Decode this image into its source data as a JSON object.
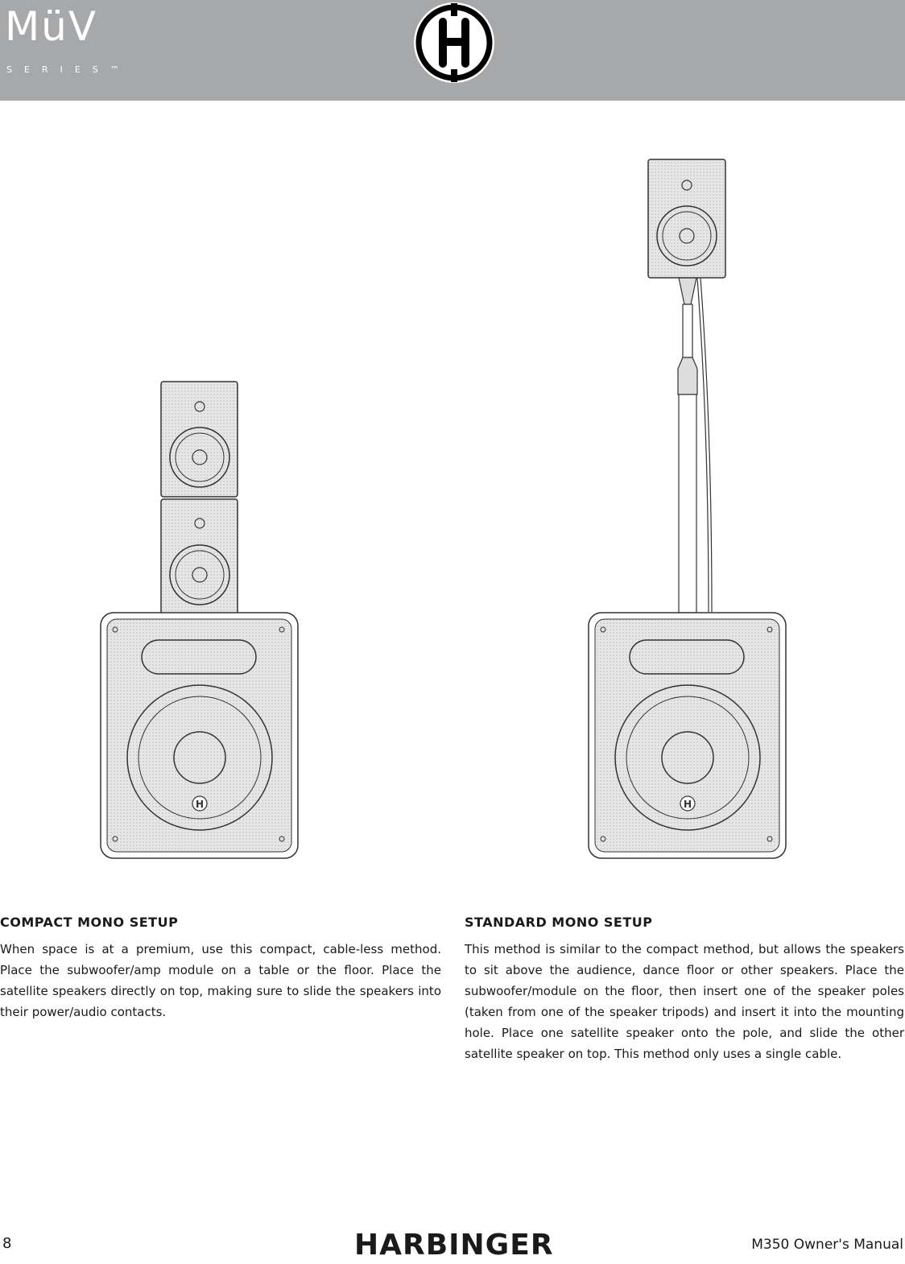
{
  "header": {
    "wordmark": "MüV",
    "series": "SERIES™",
    "logo_icon": "harbinger-h-logo-icon",
    "background": "#a7a8aa"
  },
  "illustrations": {
    "left": "compact-mono-setup-illustration",
    "right": "standard-mono-setup-illustration"
  },
  "sections": {
    "compact": {
      "title": "COMPACT MONO SETUP",
      "body": "When space is at a premium, use this compact, cable-less method. Place the subwoofer/amp module on a table or the floor. Place the satellite speakers directly on top, making sure to slide the speakers into their power/audio contacts."
    },
    "standard": {
      "title": "STANDARD MONO SETUP",
      "body": "This method is similar to the compact method, but allows the speakers to sit above the audience, dance floor or other speakers. Place the subwoofer/module on the floor, then insert one of the speaker poles (taken from one of the speaker tripods) and insert it into the mounting hole. Place one satellite speaker onto the pole, and slide the other satellite speaker on top. This method only uses a single cable."
    }
  },
  "footer": {
    "page_number": "8",
    "brand": "HARBINGER",
    "manual_title": "M350 Owner's Manual"
  }
}
